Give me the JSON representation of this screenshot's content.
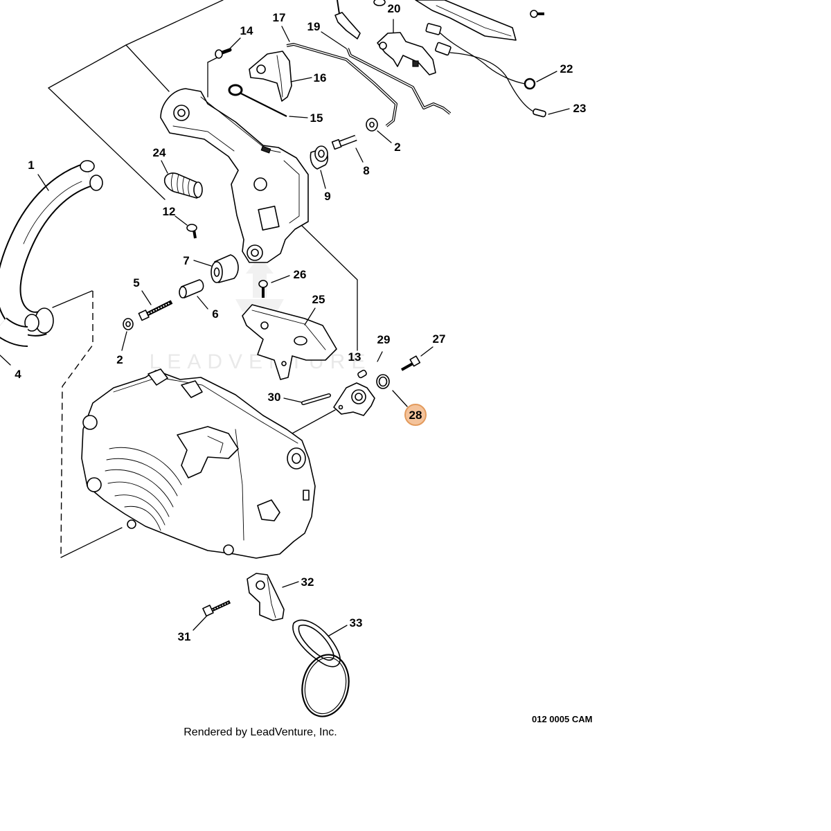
{
  "diagram": {
    "callouts": [
      {
        "label": "1"
      },
      {
        "label": "2"
      },
      {
        "label": "2"
      },
      {
        "label": "4"
      },
      {
        "label": "5"
      },
      {
        "label": "6"
      },
      {
        "label": "7"
      },
      {
        "label": "8"
      },
      {
        "label": "9"
      },
      {
        "label": "12"
      },
      {
        "label": "13"
      },
      {
        "label": "14"
      },
      {
        "label": "15"
      },
      {
        "label": "16"
      },
      {
        "label": "17"
      },
      {
        "label": "19"
      },
      {
        "label": "20"
      },
      {
        "label": "22"
      },
      {
        "label": "23"
      },
      {
        "label": "24"
      },
      {
        "label": "25"
      },
      {
        "label": "26"
      },
      {
        "label": "27"
      },
      {
        "label": "28",
        "selected": true
      },
      {
        "label": "29"
      },
      {
        "label": "30"
      },
      {
        "label": "31"
      },
      {
        "label": "32"
      },
      {
        "label": "33"
      }
    ],
    "drawing_code": "012 0005 CAM",
    "credit": "Rendered by LeadVenture, Inc.",
    "watermark": "LEADVENTURE"
  },
  "colors": {
    "ink": "#000000",
    "highlight_fill": "#f4c39b",
    "highlight_stroke": "#e39b5d",
    "watermark": "#e9e9e9"
  }
}
